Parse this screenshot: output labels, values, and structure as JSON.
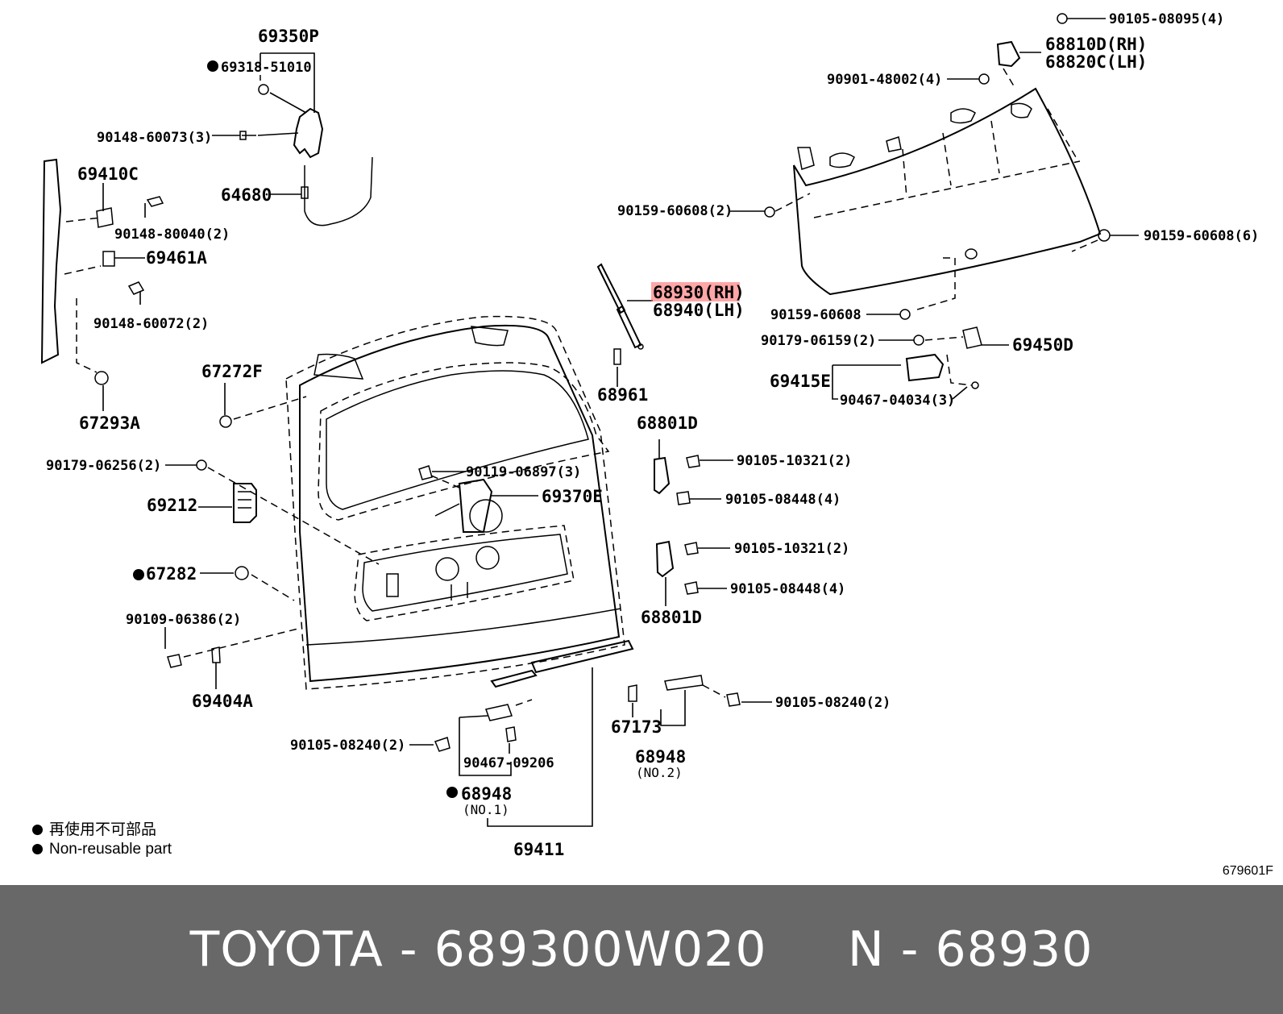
{
  "labels": {
    "l69350P": "69350P",
    "l69318": "69318-51010",
    "l90148_60073": "90148-60073(3)",
    "l69410C": "69410C",
    "l64680": "64680",
    "l90148_80040": "90148-80040(2)",
    "l69461A": "69461A",
    "l90148_60072": "90148-60072(2)",
    "l67272F": "67272F",
    "l67293A": "67293A",
    "l90179_06256": "90179-06256(2)",
    "l69212": "69212",
    "l67282": "67282",
    "l90109_06386": "90109-06386(2)",
    "l69404A": "69404A",
    "l90105_08240_left": "90105-08240(2)",
    "l90467_09206": "90467-09206",
    "l68948_no1": "68948",
    "l68948_no1_sub": "(NO.1)",
    "l69411": "69411",
    "l67173": "67173",
    "l68948_no2": "68948",
    "l68948_no2_sub": "(NO.2)",
    "l90105_08240_right": "90105-08240(2)",
    "l68801D_top": "68801D",
    "l90105_10321_a": "90105-10321(2)",
    "l90105_08448_a": "90105-08448(4)",
    "l90105_10321_b": "90105-10321(2)",
    "l90105_08448_b": "90105-08448(4)",
    "l68801D_bottom": "68801D",
    "l90119_06897": "90119-06897(3)",
    "l69370E": "69370E",
    "l68961": "68961",
    "l68930": "68930(RH)",
    "l68940": "68940(LH)",
    "l90105_08095": "90105-08095(4)",
    "l68810D": "68810D(RH)",
    "l68820C": "68820C(LH)",
    "l90901_48002": "90901-48002(4)",
    "l90159_60608_a": "90159-60608(2)",
    "l90159_60608_b": "90159-60608(6)",
    "l90159_60608_c": "90159-60608",
    "l90179_06159": "90179-06159(2)",
    "l69450D": "69450D",
    "l69415E": "69415E",
    "l90467_04034": "90467-04034(3)"
  },
  "legend": {
    "line1": "再使用不可部品",
    "line2": "Non-reusable part"
  },
  "diagram_code": "679601F",
  "footer": {
    "text": "TOYOTA - 689300W020     N - 68930"
  },
  "colors": {
    "highlight": "#ff5d5d",
    "footer_bg": "#686868",
    "footer_text": "#ffffff"
  }
}
